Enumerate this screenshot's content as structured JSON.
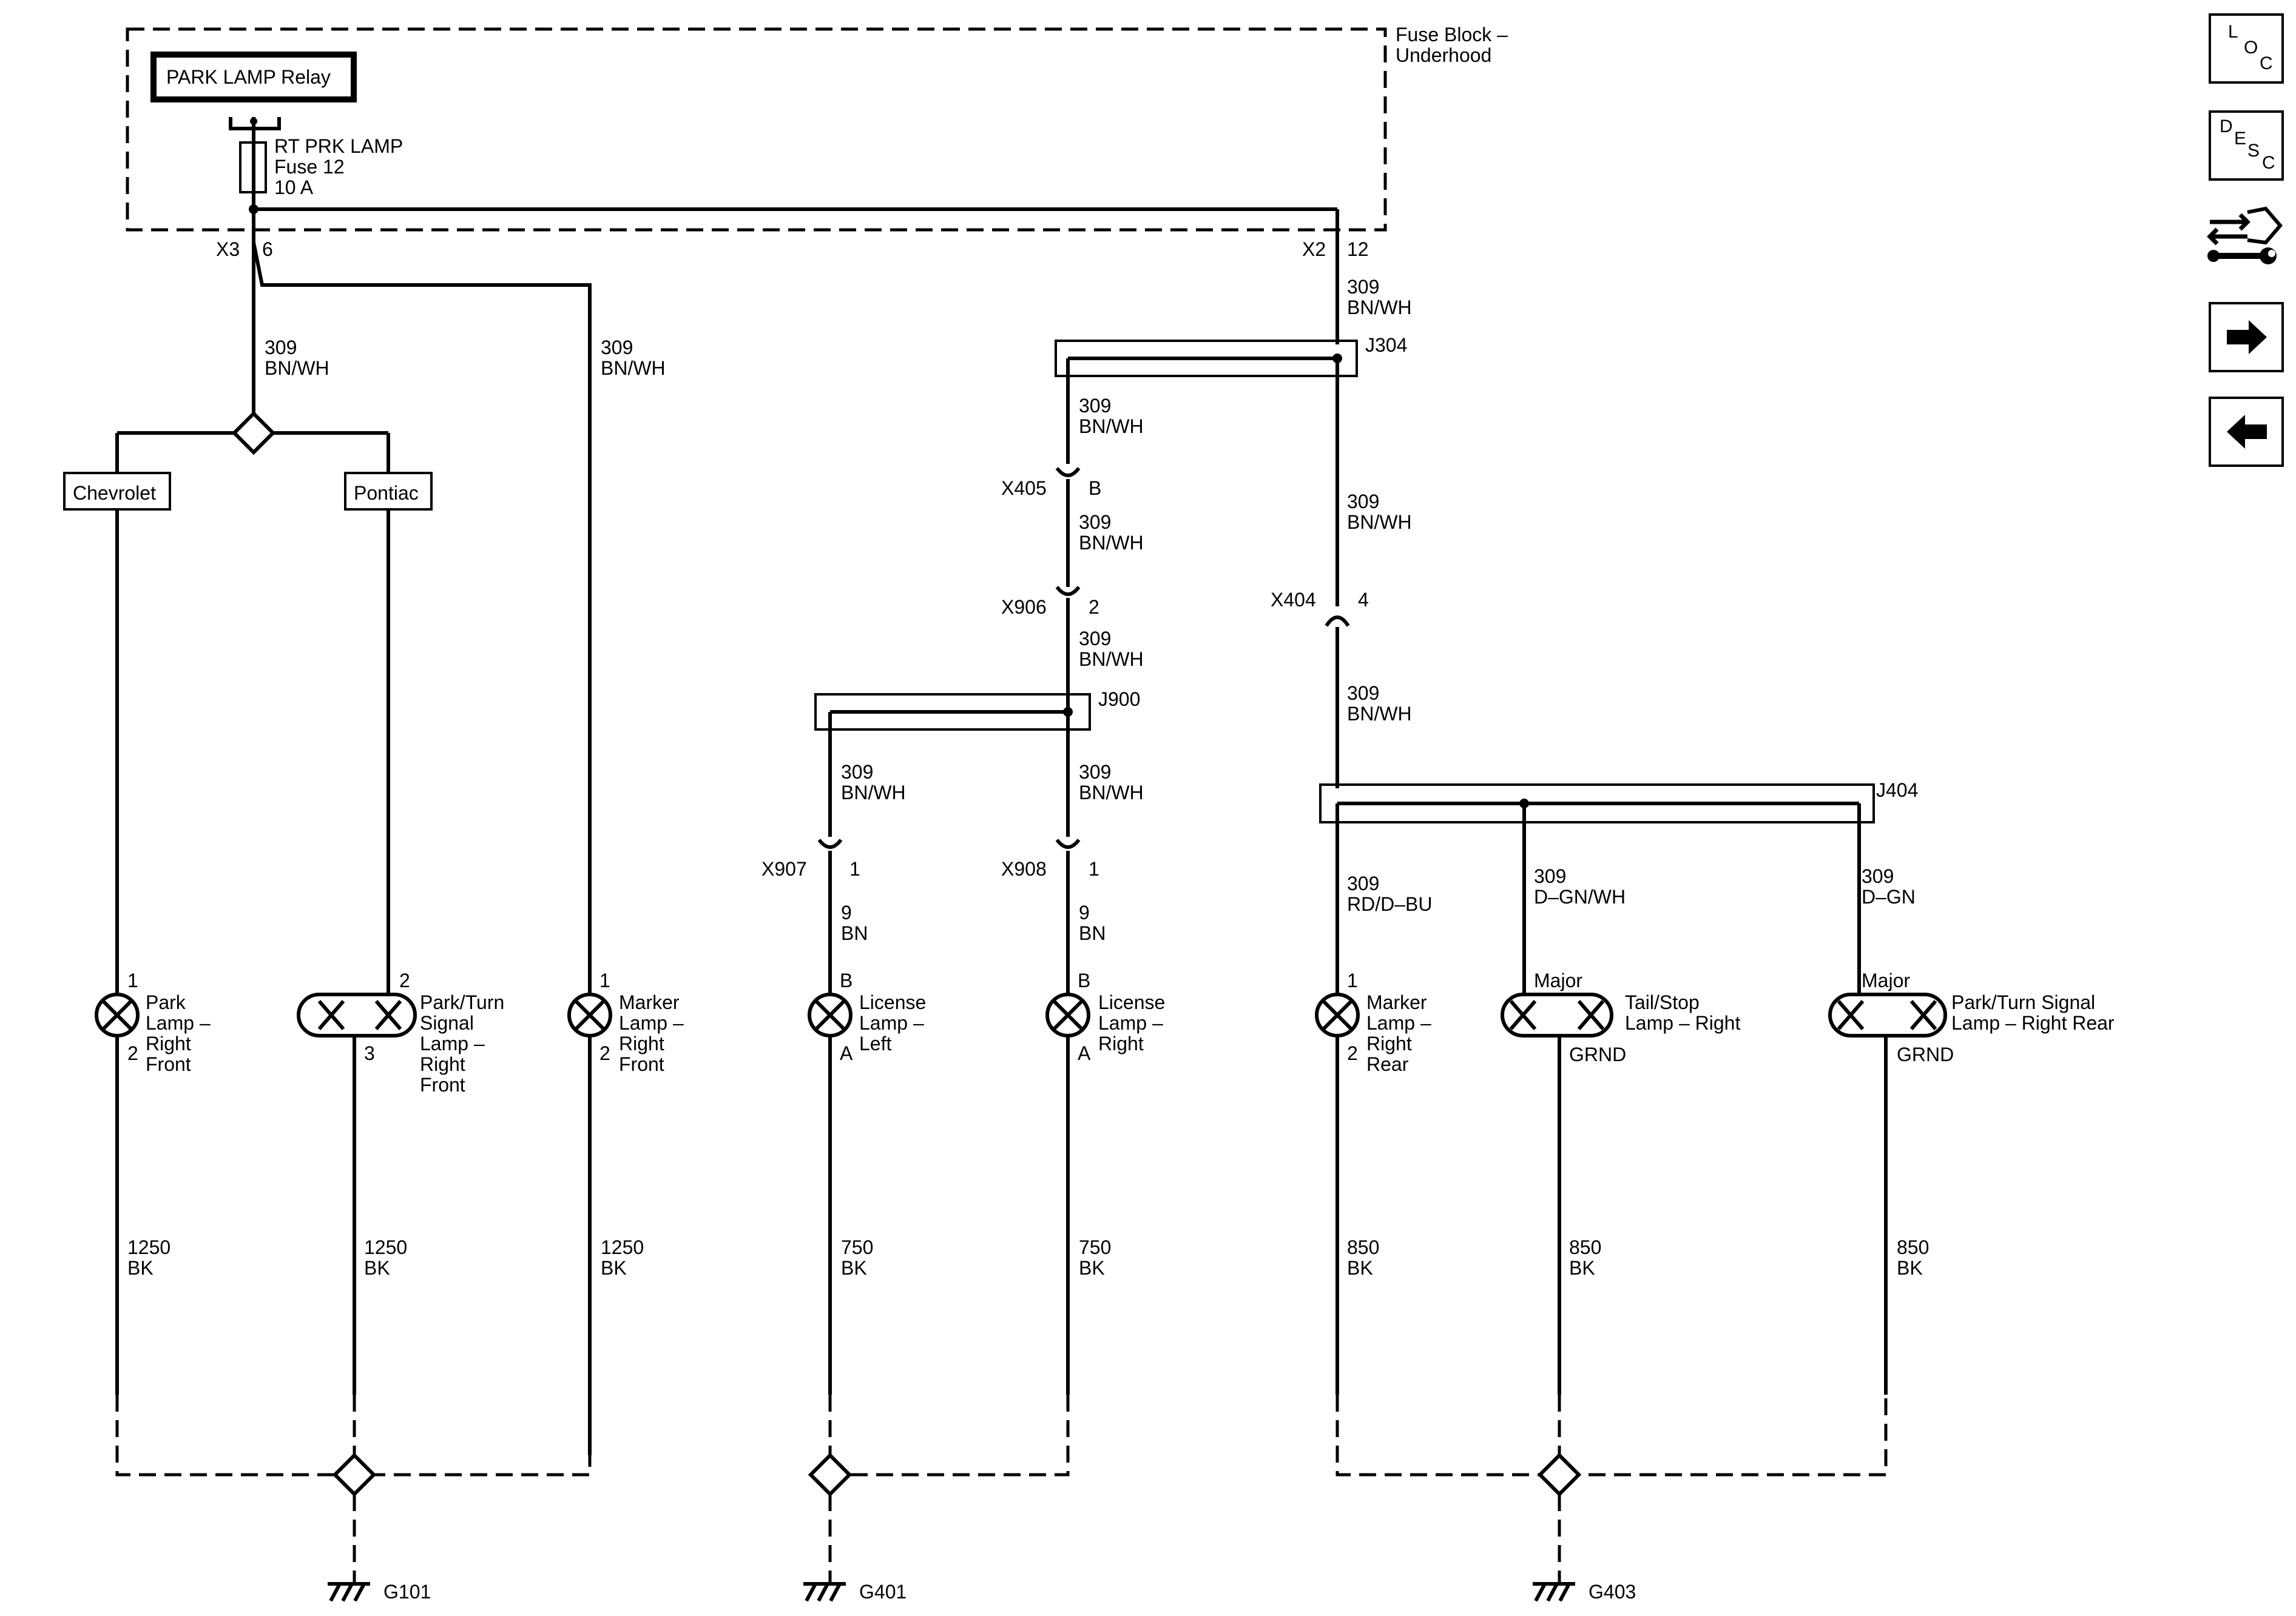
{
  "fuse_block": {
    "line1": "Fuse Block –",
    "line2": "Underhood"
  },
  "relay": {
    "label": "PARK LAMP Relay"
  },
  "fuse": {
    "line1": "RT PRK LAMP",
    "line2": "Fuse 12",
    "line3": "10 A"
  },
  "connectors": {
    "x3": "X3",
    "x3_pin": "6",
    "x2": "X2",
    "x2_pin": "12",
    "x405": "X405",
    "x405_pin": "B",
    "x906": "X906",
    "x906_pin": "2",
    "x907": "X907",
    "x907_pin": "1",
    "x908": "X908",
    "x908_pin": "1",
    "x404": "X404",
    "x404_pin": "4"
  },
  "splices": {
    "j304": "J304",
    "j900": "J900",
    "j404": "J404"
  },
  "wire_309_bnwh": {
    "circuit": "309",
    "color": "BN/WH"
  },
  "wire_9_bn": {
    "circuit": "9",
    "color": "BN"
  },
  "wire_309_rd": {
    "circuit": "309",
    "color": "RD/D–BU"
  },
  "wire_309_dgnwh": {
    "circuit": "309",
    "color": "D–GN/WH"
  },
  "wire_309_dgn": {
    "circuit": "309",
    "color": "D–GN"
  },
  "wire_1250_bk": {
    "circuit": "1250",
    "color": "BK"
  },
  "wire_750_bk": {
    "circuit": "750",
    "color": "BK"
  },
  "wire_850_bk": {
    "circuit": "850",
    "color": "BK"
  },
  "options": {
    "chevrolet": "Chevrolet",
    "pontiac": "Pontiac"
  },
  "lamps": {
    "park_rf": {
      "l1": "Park",
      "l2": "Lamp –",
      "l3": "Right",
      "l4": "Front",
      "pin_top": "1",
      "pin_bottom": "2"
    },
    "turn_rf": {
      "l1": "Park/Turn",
      "l2": "Signal",
      "l3": "Lamp –",
      "l4": "Right",
      "l5": "Front",
      "pin_top": "2",
      "pin_bottom": "3"
    },
    "marker_rf": {
      "l1": "Marker",
      "l2": "Lamp –",
      "l3": "Right",
      "l4": "Front",
      "pin_top": "1",
      "pin_bottom": "2"
    },
    "license_l": {
      "l1": "License",
      "l2": "Lamp –",
      "l3": "Left",
      "pin_top": "B",
      "pin_bottom": "A"
    },
    "license_r": {
      "l1": "License",
      "l2": "Lamp –",
      "l3": "Right",
      "pin_top": "B",
      "pin_bottom": "A"
    },
    "marker_rr": {
      "l1": "Marker",
      "l2": "Lamp –",
      "l3": "Right",
      "l4": "Rear",
      "pin_top": "1",
      "pin_bottom": "2"
    },
    "tailstop_r": {
      "l1": "Tail/Stop",
      "l2": "Lamp – Right",
      "major": "Major",
      "grnd": "GRND"
    },
    "turn_rr": {
      "l1": "Park/Turn Signal",
      "l2": "Lamp – Right Rear",
      "major": "Major",
      "grnd": "GRND"
    }
  },
  "grounds": {
    "g101": "G101",
    "g401": "G401",
    "g403": "G403"
  },
  "nav": {
    "loc": [
      "L",
      "O",
      "C"
    ],
    "desc": [
      "D",
      "E",
      "S",
      "C"
    ],
    "connector_icon": "connector-wrench-icon",
    "next_icon": "arrow-right-icon",
    "prev_icon": "arrow-left-icon"
  }
}
